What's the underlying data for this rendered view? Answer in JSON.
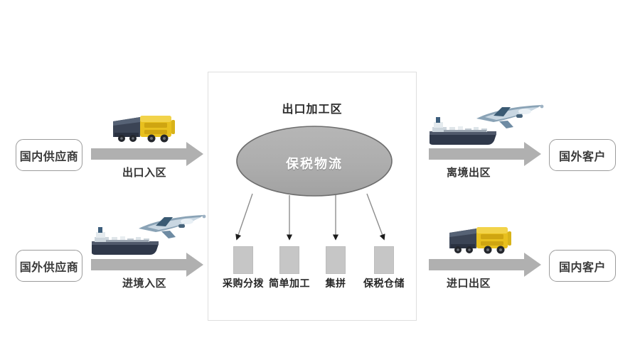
{
  "diagram": {
    "title_center": "出口加工区",
    "hub_label": "保税物流",
    "left_nodes": [
      {
        "label": "国内供应商",
        "flow_label": "出口入区",
        "icon": "truck-icon"
      },
      {
        "label": "国外供应商",
        "flow_label": "进境入区",
        "icon": "ship-plane-icon"
      }
    ],
    "right_nodes": [
      {
        "label": "国外客户",
        "flow_label": "离境出区",
        "icon": "ship-plane-icon"
      },
      {
        "label": "国内客户",
        "flow_label": "进口出区",
        "icon": "truck-icon"
      }
    ],
    "services": [
      {
        "label": "采购分拨"
      },
      {
        "label": "简单加工"
      },
      {
        "label": "集拼"
      },
      {
        "label": "保税仓储"
      }
    ],
    "colors": {
      "arrow_gray": "#b0b0b0",
      "ellipse_fill": "#acacac",
      "ellipse_stroke": "#6e6e6e",
      "service_fill": "#c6c6c6",
      "zone_border": "#dedede",
      "endpoint_border": "#9b9b9b",
      "text_dark": "#333333",
      "truck_yellow": "#e8c01e",
      "ship_navy": "#3a4457",
      "plane_blue": "#7f99ae"
    }
  }
}
